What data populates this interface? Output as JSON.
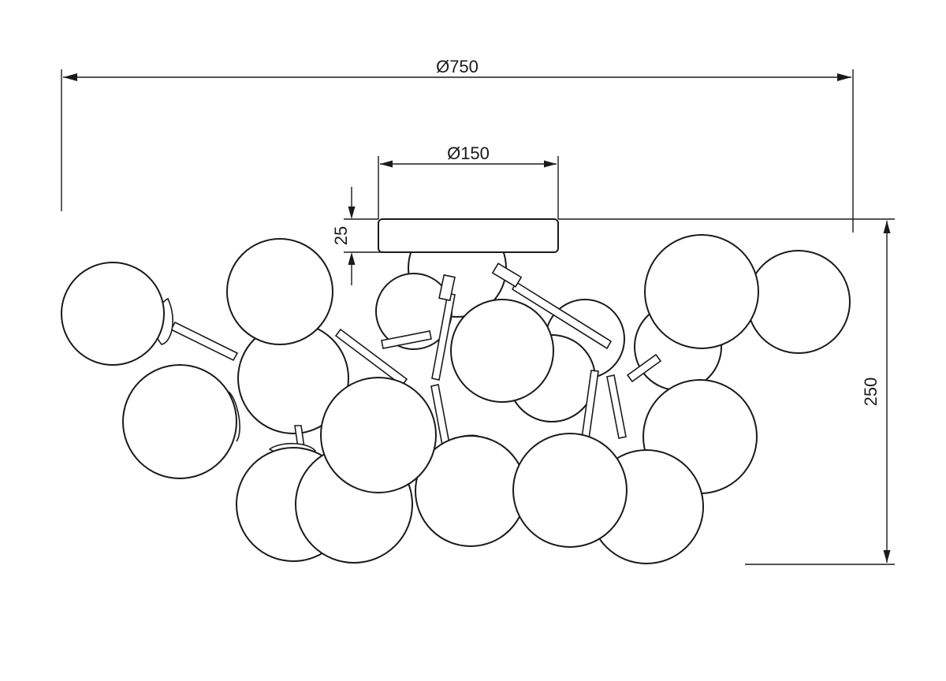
{
  "dimensions": {
    "overall_diameter": "Ø750",
    "canopy_diameter": "Ø150",
    "canopy_height": "25",
    "overall_height": "250"
  },
  "colors": {
    "line": "#1a1a1a",
    "background": "#ffffff"
  }
}
